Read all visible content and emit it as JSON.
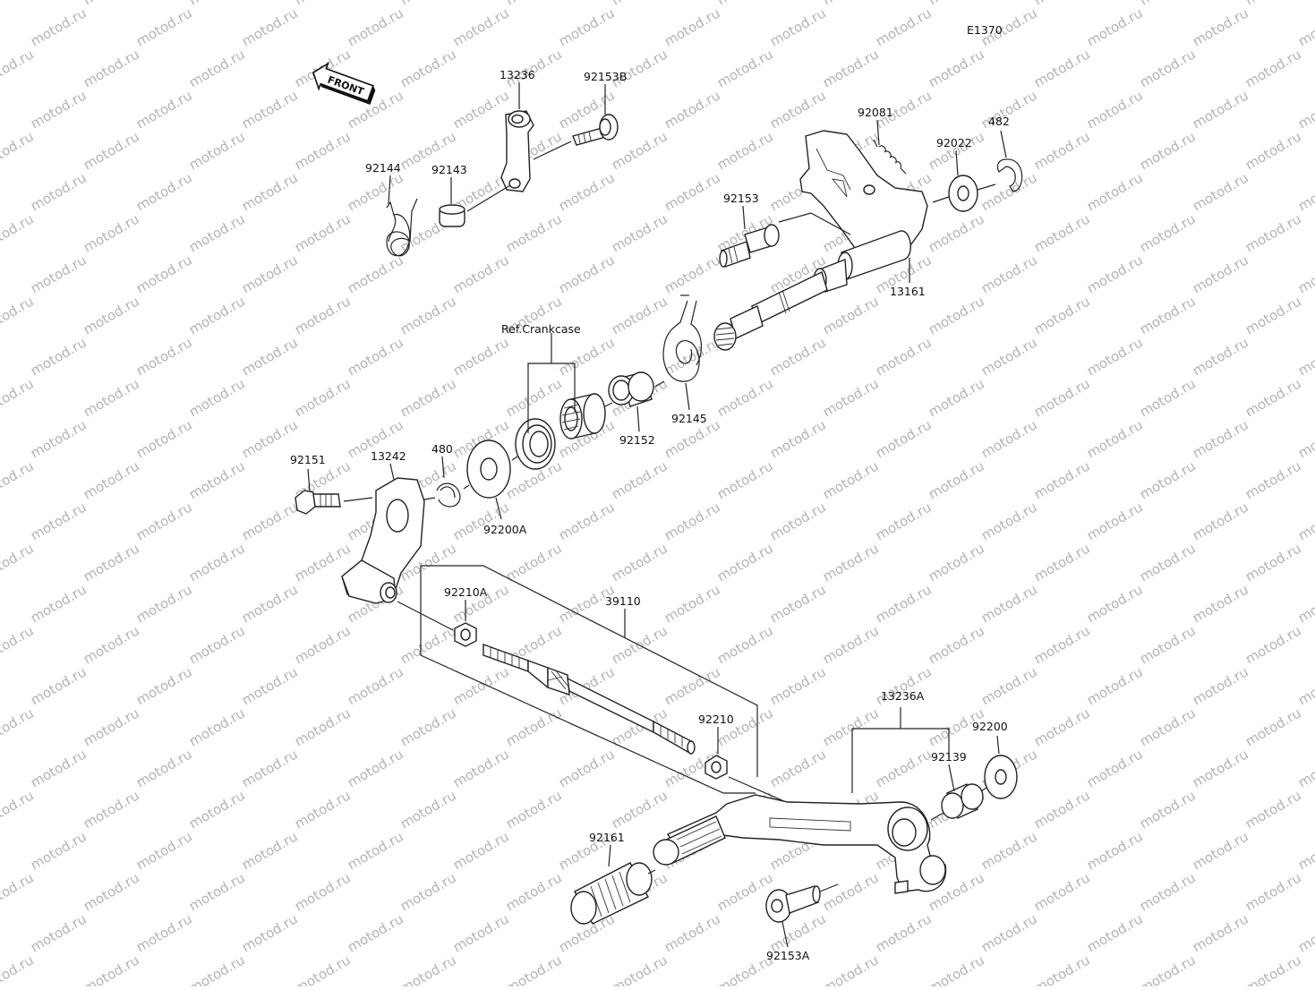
{
  "diagram_code": "E1370",
  "front_label": "FRONT",
  "watermark": "motod.ru",
  "reference_label": "Ref.Crankcase",
  "parts": {
    "p13236": "13236",
    "p92153B": "92153B",
    "p92144": "92144",
    "p92143": "92143",
    "p92081": "92081",
    "p92022": "92022",
    "p482": "482",
    "p92153": "92153",
    "p13161": "13161",
    "p92145": "92145",
    "p92152": "92152",
    "p92151": "92151",
    "p13242": "13242",
    "p480": "480",
    "p92200A": "92200A",
    "p39110": "39110",
    "p92210A": "92210A",
    "p92210": "92210",
    "p13236A": "13236A",
    "p92200": "92200",
    "p92139": "92139",
    "p92161": "92161",
    "p92153A": "92153A"
  }
}
